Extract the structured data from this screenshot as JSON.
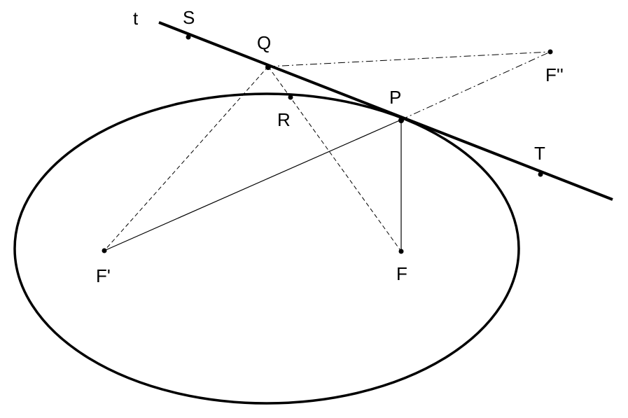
{
  "diagram": {
    "labels": {
      "t": "t",
      "S": "S",
      "Q": "Q",
      "R": "R",
      "P": "P",
      "F_double_prime": "F''",
      "T": "T",
      "F_prime": "F'",
      "F": "F"
    },
    "colors": {
      "stroke": "#000000",
      "background": "#ffffff"
    }
  }
}
